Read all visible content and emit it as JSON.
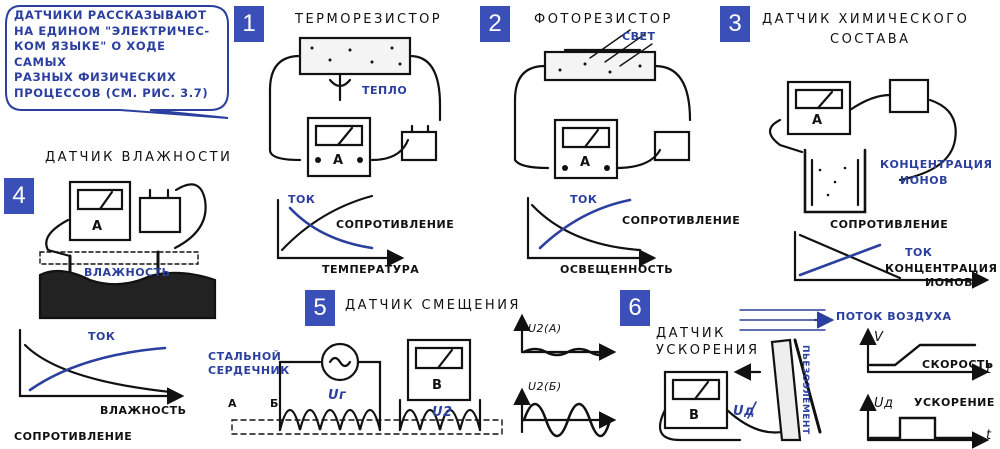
{
  "bubble": {
    "line1": "Датчики рассказывают",
    "line2": "на едином \"электричес-",
    "line3": "ком языке\" о ходе самых",
    "line4": "разных физических",
    "line5": "процессов (см. рис. 3.7)"
  },
  "panel1": {
    "num": "1",
    "title": "ТЕРМОРЕЗИСТОР",
    "heat": "ТЕПЛО",
    "meter": "A",
    "current": "ТОК",
    "resistance": "СОПРОТИВЛЕНИЕ",
    "xlabel": "ТЕМПЕРАТУРА"
  },
  "panel2": {
    "num": "2",
    "title": "ФОТОРЕЗИСТОР",
    "light": "СВЕТ",
    "meter": "A",
    "current": "ТОК",
    "resistance": "СОПРОТИВЛЕНИЕ",
    "xlabel": "ОСВЕЩЕННОСТЬ"
  },
  "panel3": {
    "num": "3",
    "title1": "ДАТЧИК ХИМИЧЕСКОГО",
    "title2": "СОСТАВА",
    "meter": "A",
    "ions1": "КОНЦЕНТРАЦИЯ",
    "ions2": "ИОНОВ",
    "resistance": "СОПРОТИВЛЕНИЕ",
    "current": "ТОК",
    "xlabel1": "КОНЦЕНТРАЦИЯ",
    "xlabel2": "ИОНОВ"
  },
  "panel4": {
    "num": "4",
    "title": "ДАТЧИК ВЛАЖНОСТИ",
    "meter": "A",
    "humidity": "ВЛАЖНОСТЬ",
    "current": "ТОК",
    "xlabel": "ВЛАЖНОСТЬ",
    "resistance": "СОПРОТИВЛЕНИЕ"
  },
  "panel5": {
    "num": "5",
    "title": "ДАТЧИК СМЕЩЕНИЯ",
    "core1": "СТАЛЬНОЙ",
    "core2": "СЕРДЕЧНИК",
    "posA": "А",
    "posB": "Б",
    "meter": "B",
    "ug": "Uг",
    "u2": "U2",
    "wave_a": "U2(A)",
    "wave_b": "U2(Б)"
  },
  "panel6": {
    "num": "6",
    "title1": "ДАТЧИК",
    "title2": "УСКОРЕНИЯ",
    "airflow": "ПОТОК ВОЗДУХА",
    "piezo": "ПЬЕЗОЭЛЕМЕНТ",
    "meter": "B",
    "ud": "Uд",
    "v": "V",
    "speed": "СКОРОСТЬ",
    "t": "t",
    "ud2": "Uд",
    "accel": "УСКОРЕНИЕ",
    "t2": "t"
  },
  "colors": {
    "accent": "#3a50b8",
    "ink": "#111111",
    "blue_text": "#2b3f9e"
  }
}
